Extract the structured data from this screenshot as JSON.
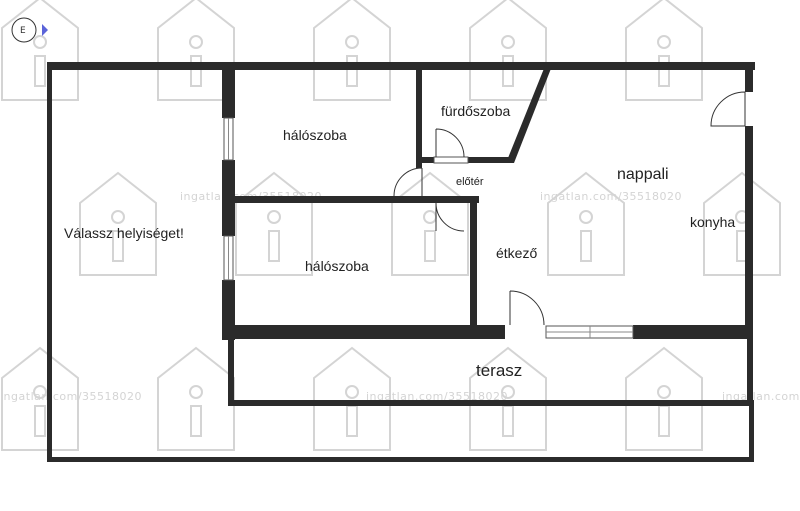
{
  "watermark": {
    "text": "ingatlan.com/35518020"
  },
  "compass": {
    "glyph": "E"
  },
  "rooms": {
    "valassz": "Válassz helyiséget!",
    "haloszoba_top": "hálószoba",
    "haloszoba_bottom": "hálószoba",
    "furdoszoba": "fürdőszoba",
    "eloter": "előtér",
    "nappali": "nappali",
    "konyha": "konyha",
    "etkezo": "étkező",
    "terasz": "terasz"
  },
  "colors": {
    "wall": "#2b2b2b",
    "watermark": "#d4d4d4",
    "compass_arrow": "#5b64d9"
  }
}
